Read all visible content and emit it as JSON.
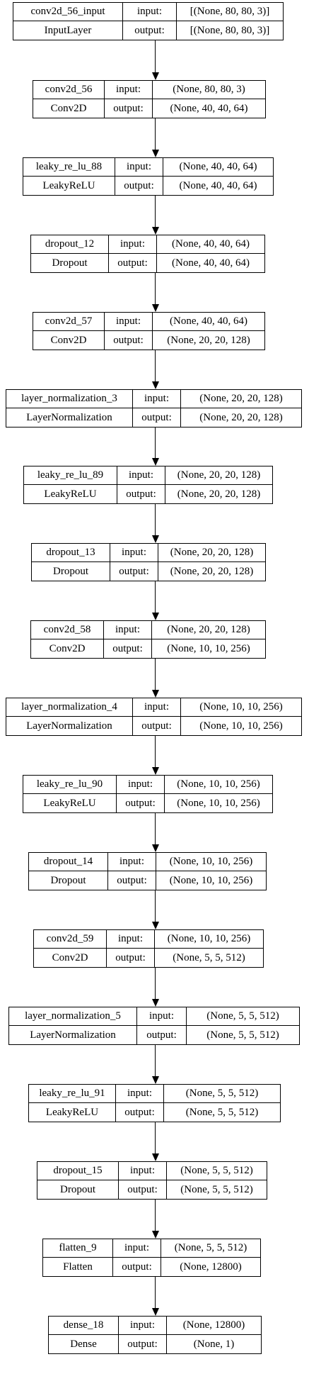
{
  "layers": [
    {
      "name": "conv2d_56_input",
      "type": "InputLayer",
      "input": "[(None, 80, 80, 3)]",
      "output": "[(None, 80, 80, 3)]"
    },
    {
      "name": "conv2d_56",
      "type": "Conv2D",
      "input": "(None, 80, 80, 3)",
      "output": "(None, 40, 40, 64)"
    },
    {
      "name": "leaky_re_lu_88",
      "type": "LeakyReLU",
      "input": "(None, 40, 40, 64)",
      "output": "(None, 40, 40, 64)"
    },
    {
      "name": "dropout_12",
      "type": "Dropout",
      "input": "(None, 40, 40, 64)",
      "output": "(None, 40, 40, 64)"
    },
    {
      "name": "conv2d_57",
      "type": "Conv2D",
      "input": "(None, 40, 40, 64)",
      "output": "(None, 20, 20, 128)"
    },
    {
      "name": "layer_normalization_3",
      "type": "LayerNormalization",
      "input": "(None, 20, 20, 128)",
      "output": "(None, 20, 20, 128)"
    },
    {
      "name": "leaky_re_lu_89",
      "type": "LeakyReLU",
      "input": "(None, 20, 20, 128)",
      "output": "(None, 20, 20, 128)"
    },
    {
      "name": "dropout_13",
      "type": "Dropout",
      "input": "(None, 20, 20, 128)",
      "output": "(None, 20, 20, 128)"
    },
    {
      "name": "conv2d_58",
      "type": "Conv2D",
      "input": "(None, 20, 20, 128)",
      "output": "(None, 10, 10, 256)"
    },
    {
      "name": "layer_normalization_4",
      "type": "LayerNormalization",
      "input": "(None, 10, 10, 256)",
      "output": "(None, 10, 10, 256)"
    },
    {
      "name": "leaky_re_lu_90",
      "type": "LeakyReLU",
      "input": "(None, 10, 10, 256)",
      "output": "(None, 10, 10, 256)"
    },
    {
      "name": "dropout_14",
      "type": "Dropout",
      "input": "(None, 10, 10, 256)",
      "output": "(None, 10, 10, 256)"
    },
    {
      "name": "conv2d_59",
      "type": "Conv2D",
      "input": "(None, 10, 10, 256)",
      "output": "(None, 5, 5, 512)"
    },
    {
      "name": "layer_normalization_5",
      "type": "LayerNormalization",
      "input": "(None, 5, 5, 512)",
      "output": "(None, 5, 5, 512)"
    },
    {
      "name": "leaky_re_lu_91",
      "type": "LeakyReLU",
      "input": "(None, 5, 5, 512)",
      "output": "(None, 5, 5, 512)"
    },
    {
      "name": "dropout_15",
      "type": "Dropout",
      "input": "(None, 5, 5, 512)",
      "output": "(None, 5, 5, 512)"
    },
    {
      "name": "flatten_9",
      "type": "Flatten",
      "input": "(None, 5, 5, 512)",
      "output": "(None, 12800)"
    },
    {
      "name": "dense_18",
      "type": "Dense",
      "input": "(None, 12800)",
      "output": "(None, 1)"
    }
  ],
  "labels": {
    "input": "input:",
    "output": "output:"
  }
}
